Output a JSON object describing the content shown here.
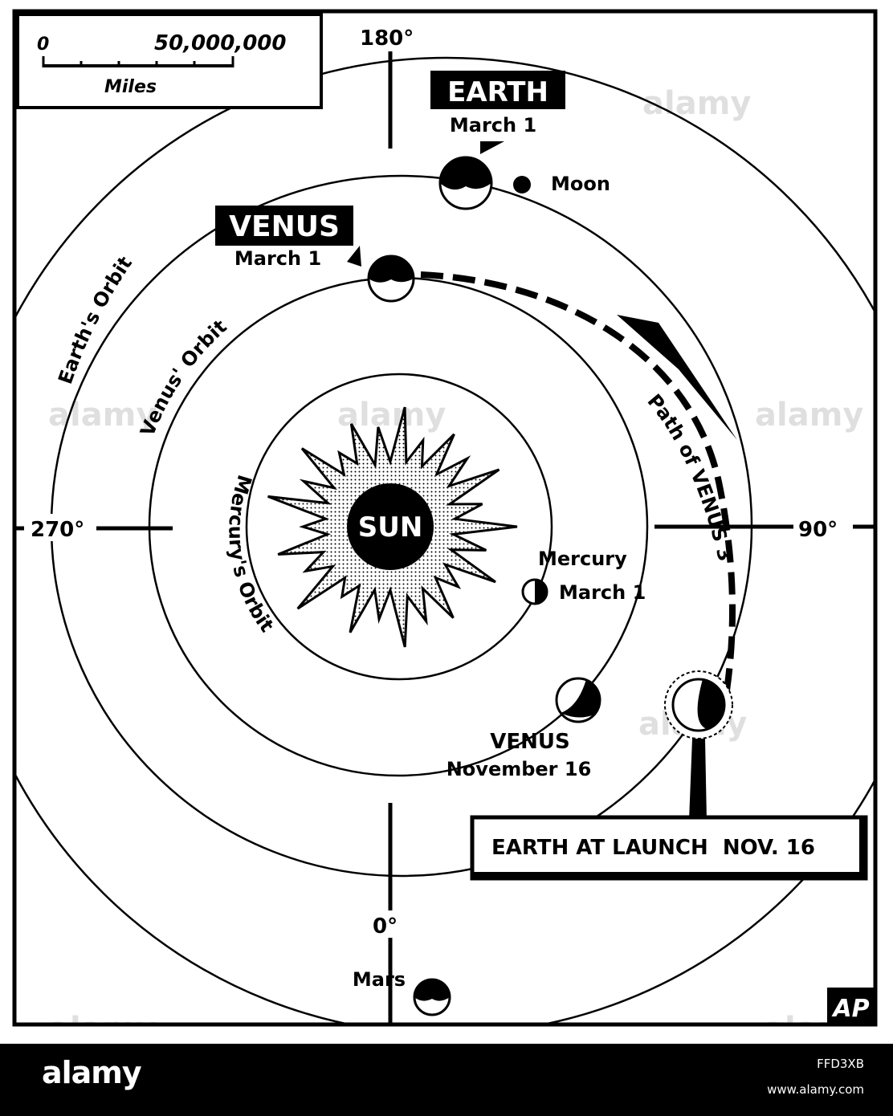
{
  "scale": {
    "zero": "0",
    "max": "50,000,000",
    "unit": "Miles"
  },
  "degrees": {
    "top": "180°",
    "right": "90°",
    "bottom": "0°",
    "left": "270°"
  },
  "sun": "SUN",
  "orbits": {
    "earth": "Earth's Orbit",
    "venus": "Venus' Orbit",
    "mercury": "Mercury's Orbit"
  },
  "earth_march": {
    "name": "EARTH",
    "date": "March 1"
  },
  "moon": "Moon",
  "venus_march": {
    "name": "VENUS",
    "date": "March 1"
  },
  "mercury": {
    "name": "Mercury",
    "date": "March 1"
  },
  "venus_nov": {
    "name": "VENUS",
    "date": "November 16"
  },
  "path": "Path of VENUS 3",
  "launch": "EARTH AT LAUNCH  NOV. 16",
  "mars": "Mars",
  "credit": "AP",
  "watermark": "alamy",
  "footer": {
    "brand": "alamy",
    "image_id": "FFD3XB",
    "url": "www.alamy.com"
  }
}
